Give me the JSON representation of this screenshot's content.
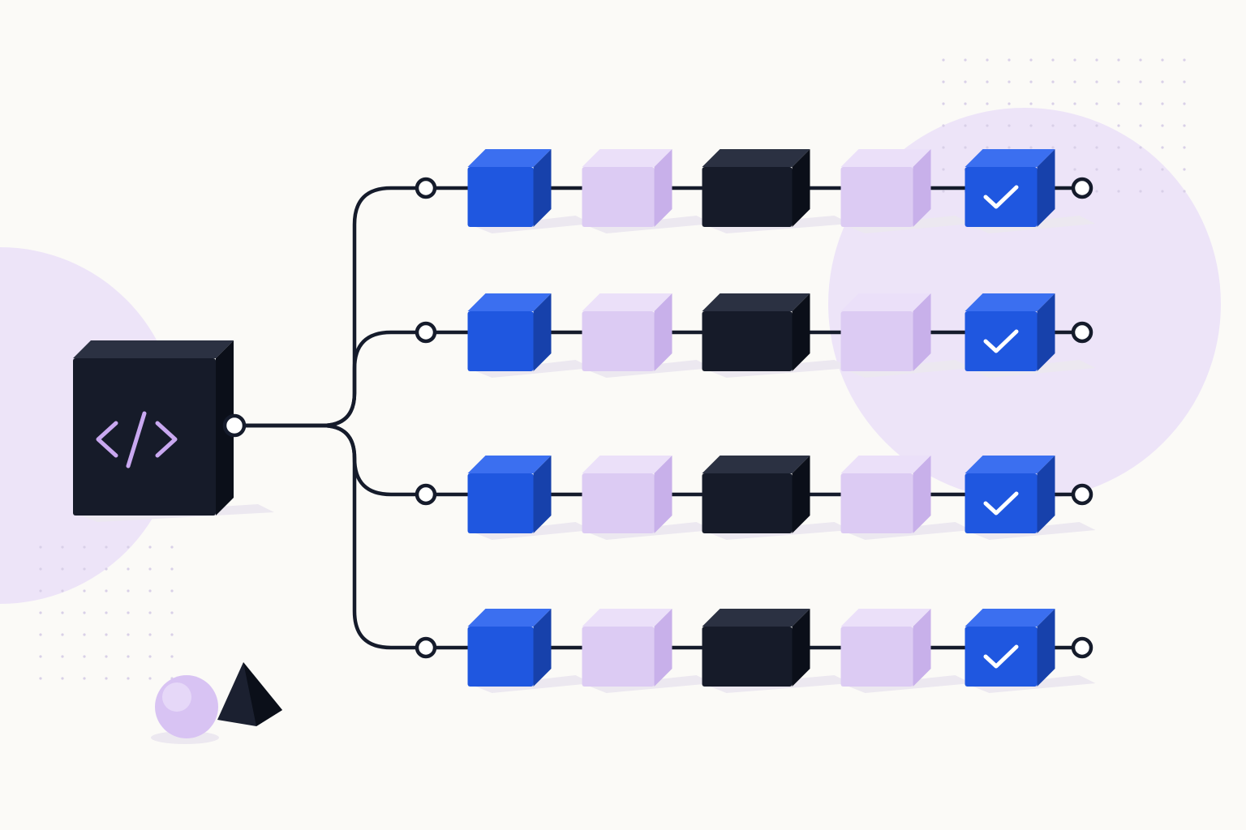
{
  "colors": {
    "background": "#fbfaf7",
    "blob": "#ede4f8",
    "dots": "#d9d0e8",
    "line": "#151b2b",
    "node_fill": "#ffffff",
    "blue": "#1f57e0",
    "blue_dark": "#1741ab",
    "blue_light": "#3b6ff0",
    "lavender": "#dccbf3",
    "lavender_dark": "#c8b0ea",
    "lavender_light": "#ebe0f9",
    "dark": "#161b29",
    "dark_side": "#0b0f19",
    "dark_top": "#2b3142",
    "source_glyph": "#c9a8f0",
    "shadow": "#ece8f0",
    "sphere": "#d8c3f3",
    "pyramid": "#1b2030"
  },
  "source": {
    "icon": "code-brackets-icon"
  },
  "pipelines": [
    {
      "stages": [
        "blue",
        "lavender",
        "dark",
        "lavender",
        "blue-check"
      ]
    },
    {
      "stages": [
        "blue",
        "lavender",
        "dark",
        "lavender",
        "blue-check"
      ]
    },
    {
      "stages": [
        "blue",
        "lavender",
        "dark",
        "lavender",
        "blue-check"
      ]
    },
    {
      "stages": [
        "blue",
        "lavender",
        "dark",
        "lavender",
        "blue-check"
      ]
    }
  ],
  "decorations": [
    "lavender-sphere",
    "dark-pyramid",
    "dot-grid",
    "background-circles"
  ]
}
